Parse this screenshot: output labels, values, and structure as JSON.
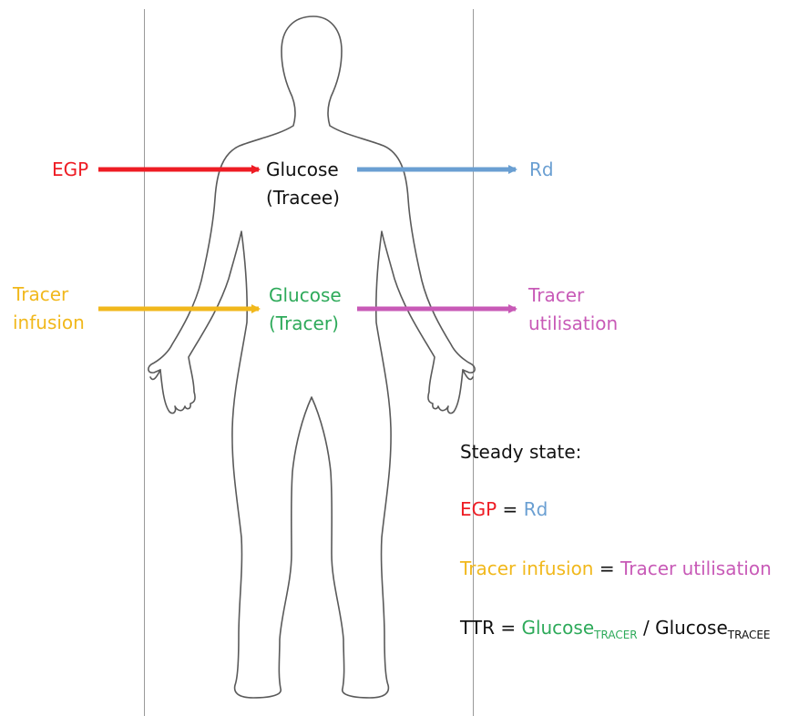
{
  "colors": {
    "egp": "#ee1c24",
    "rd": "#6a9fd2",
    "tracer_infusion": "#f1b81c",
    "tracer_utilisation": "#c85ab7",
    "tracer_glucose": "#2eaa5a",
    "text": "#111111",
    "outline": "#5a5a5a"
  },
  "labels": {
    "egp": "EGP",
    "rd": "Rd",
    "glucose_tracee_line1": "Glucose",
    "glucose_tracee_line2": "(Tracee)",
    "tracer_infusion_line1": "Tracer",
    "tracer_infusion_line2": "infusion",
    "glucose_tracer_line1": "Glucose",
    "glucose_tracer_line2": "(Tracer)",
    "tracer_utilisation_line1": "Tracer",
    "tracer_utilisation_line2": "utilisation"
  },
  "equations": {
    "title": "Steady state:",
    "eq1_left": "EGP",
    "eq1_op": " = ",
    "eq1_right": "Rd",
    "eq2_left": "Tracer infusion",
    "eq2_op": " = ",
    "eq2_right": "Tracer utilisation",
    "eq3_prefix": "TTR = ",
    "eq3_num": "Glucose",
    "eq3_num_sub": "TRACER",
    "eq3_div": " / ",
    "eq3_den": "Glucose",
    "eq3_den_sub": "TRACEE"
  },
  "icons": {
    "body": "human-body-outline-icon"
  }
}
